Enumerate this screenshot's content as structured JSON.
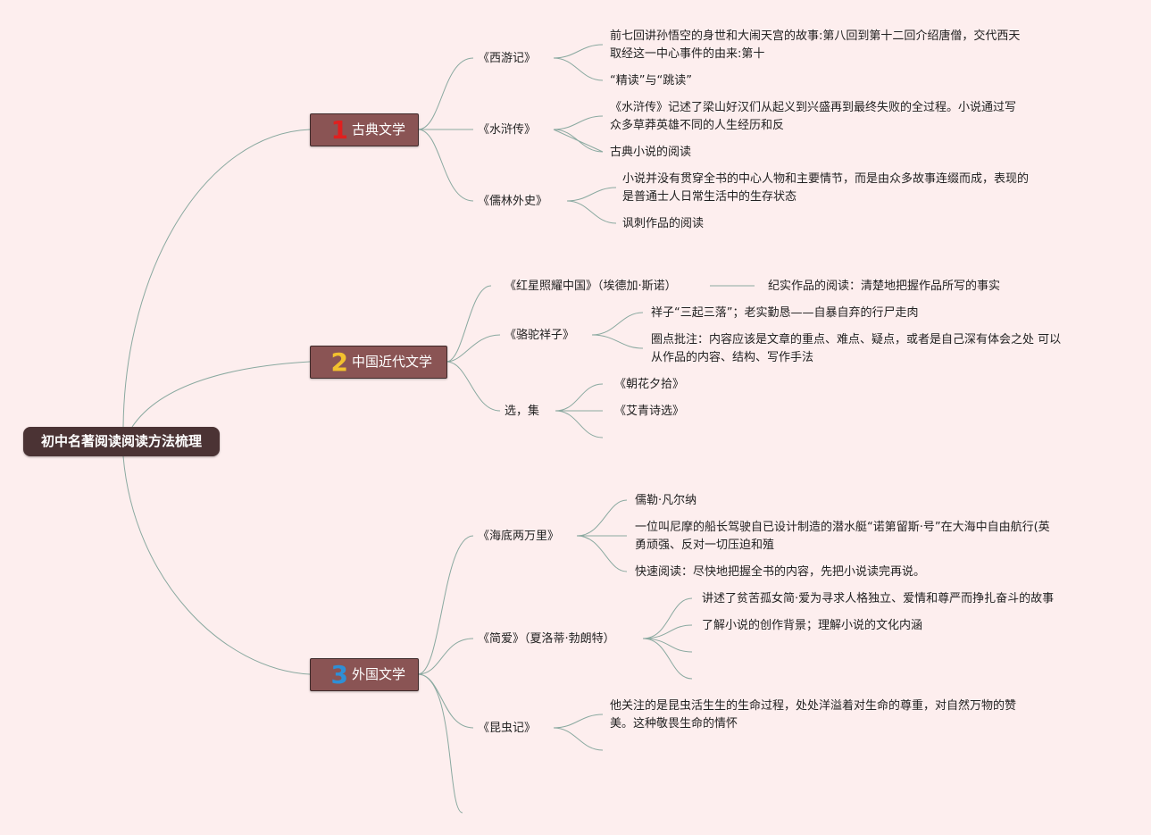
{
  "root": {
    "title": "初中名著阅读阅读方法梳理"
  },
  "branches": [
    {
      "number": "1",
      "number_color": "#e0201f",
      "label": "古典文学",
      "children": [
        {
          "title": "《西游记》",
          "notes": [
            "前七回讲孙悟空的身世和大闹天宫的故事:第八回到第十二回介绍唐僧，交代西天",
            "取经这一中心事件的由来:第十",
            "“精读”与“跳读”"
          ]
        },
        {
          "title": "《水浒传》",
          "notes": [
            "《水浒传》记述了梁山好汉们从起义到兴盛再到最终失败的全过程。小说通过写",
            "众多草莽英雄不同的人生经历和反",
            "古典小说的阅读"
          ]
        },
        {
          "title": "《儒林外史》",
          "notes": [
            "小说并没有贯穿全书的中心人物和主要情节，而是由众多故事连缀而成，表现的",
            "是普通士人日常生活中的生存状态",
            "讽刺作品的阅读"
          ]
        }
      ]
    },
    {
      "number": "2",
      "number_color": "#f2c12e",
      "label": "中国近代文学",
      "children": [
        {
          "title": "《红星照耀中国》（埃德加·斯诺）",
          "notes": [
            "纪实作品的阅读：清楚地把握作品所写的事实"
          ]
        },
        {
          "title": "《骆驼祥子》",
          "notes": [
            "祥子“三起三落”；老实勤恳——自暴自弃的行尸走肉",
            "圈点批注：内容应该是文章的重点、难点、疑点，或者是自己深有体会之处 可以",
            "从作品的内容、结构、写作手法"
          ]
        },
        {
          "title": "选，集",
          "notes": [
            "《朝花夕拾》",
            "《艾青诗选》"
          ]
        }
      ]
    },
    {
      "number": "3",
      "number_color": "#2e8fd6",
      "label": "外国文学",
      "children": [
        {
          "title": "《海底两万里》",
          "notes": [
            "儒勒·凡尔纳",
            "一位叫尼摩的船长驾驶自已设计制造的潜水艇“诺第留斯·号”在大海中自由航行(英",
            "勇顽强、反对一切压迫和殖",
            "快速阅读：尽快地把握全书的内容，先把小说读完再说。"
          ]
        },
        {
          "title": "《简爱》（夏洛蒂·勃朗特）",
          "notes": [
            "讲述了贫苦孤女简·爱为寻求人格独立、爱情和尊严而挣扎奋斗的故事",
            "了解小说的创作背景；理解小说的文化内涵"
          ]
        },
        {
          "title": "《昆虫记》",
          "notes": [
            "他关注的是昆虫活生生的生命过程，处处洋溢着对生命的尊重，对自然万物的赞",
            "美。这种敬畏生命的情怀"
          ]
        }
      ]
    }
  ],
  "colors": {
    "background": "#fdeeee",
    "root_fill": "#4b3334",
    "branch_fill": "#8a5454",
    "line": "#8aa9a0"
  }
}
